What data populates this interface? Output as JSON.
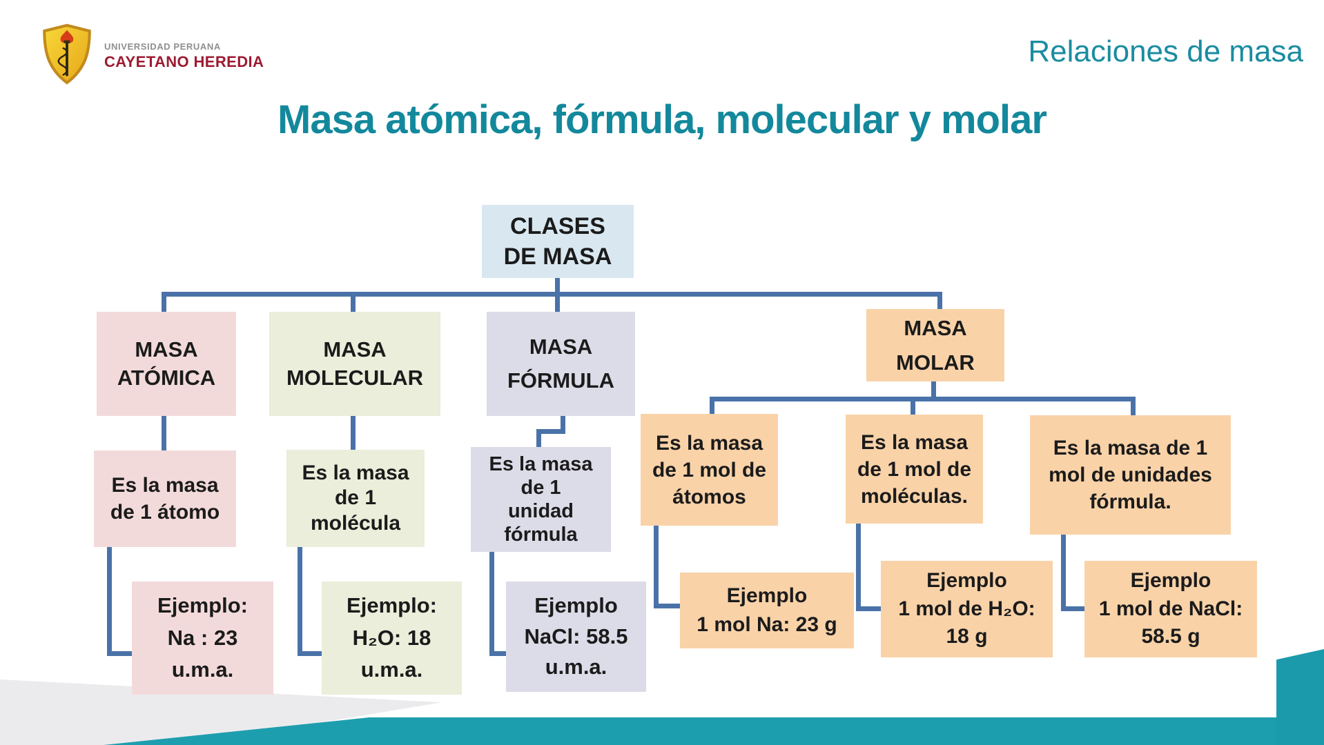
{
  "header": {
    "logo": {
      "line1": "UNIVERSIDAD PERUANA",
      "line2": "CAYETANO HEREDIA"
    },
    "slide_label": "Relaciones de masa"
  },
  "title": "Masa atómica, fórmula, molecular y molar",
  "diagram": {
    "root": {
      "line1": "CLASES",
      "line2": "DE MASA"
    },
    "atomica": {
      "name1": "MASA",
      "name2": "ATÓMICA",
      "def1": "Es la masa",
      "def2": "de 1 átomo",
      "ej1": "Ejemplo:",
      "ej2": "Na : 23",
      "ej3": "u.m.a."
    },
    "molecular": {
      "name1": "MASA",
      "name2": "MOLECULAR",
      "def1": "Es la masa",
      "def2": "de 1",
      "def3": "molécula",
      "ej1": "Ejemplo:",
      "ej2": "H₂O: 18",
      "ej3": "u.m.a."
    },
    "formula": {
      "name1": "MASA",
      "name2": "FÓRMULA",
      "def1": "Es la masa",
      "def2": "de 1",
      "def3": "unidad",
      "def4": "fórmula",
      "ej1": "Ejemplo",
      "ej2": "NaCl: 58.5",
      "ej3": "u.m.a."
    },
    "molar": {
      "name1": "MASA",
      "name2": "MOLAR",
      "atomos": {
        "def1": "Es la masa",
        "def2": "de 1 mol de",
        "def3": "átomos",
        "ej1": "Ejemplo",
        "ej2": "1 mol Na: 23 g"
      },
      "moleculas": {
        "def1": "Es la masa",
        "def2": "de 1 mol de",
        "def3": "moléculas.",
        "ej1": "Ejemplo",
        "ej2": "1 mol de H₂O:",
        "ej3": "18 g"
      },
      "unidades": {
        "def1": "Es la masa de 1",
        "def2": "mol de unidades",
        "def3": "fórmula.",
        "ej1": "Ejemplo",
        "ej2": "1 mol de NaCl:",
        "ej3": "58.5 g"
      }
    }
  },
  "colors": {
    "accent_teal": "#13889c",
    "band_teal": "#1d9eae",
    "connector_blue": "#4a72a8",
    "root_box": "#d9e8f0",
    "atomica_box": "#f3dada",
    "molecular_box": "#eaeeda",
    "formula_box": "#dcdbe8",
    "molar_box": "#f9d2a8",
    "logo_maroon": "#9c1b31"
  }
}
